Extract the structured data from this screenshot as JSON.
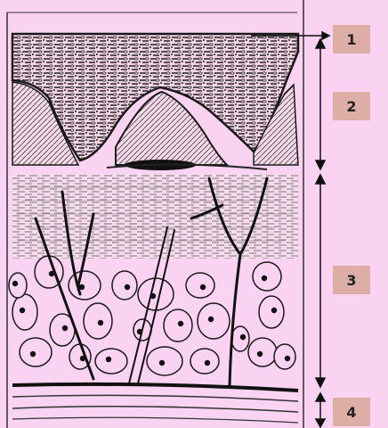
{
  "diagram": {
    "labels": [
      {
        "id": "1",
        "text": "1"
      },
      {
        "id": "2",
        "text": "2"
      },
      {
        "id": "3",
        "text": "3"
      },
      {
        "id": "4",
        "text": "4"
      }
    ]
  },
  "colors": {
    "background": "#f9d3f1",
    "label_box": "#dcaea6",
    "ink": "#1a1a1a"
  }
}
